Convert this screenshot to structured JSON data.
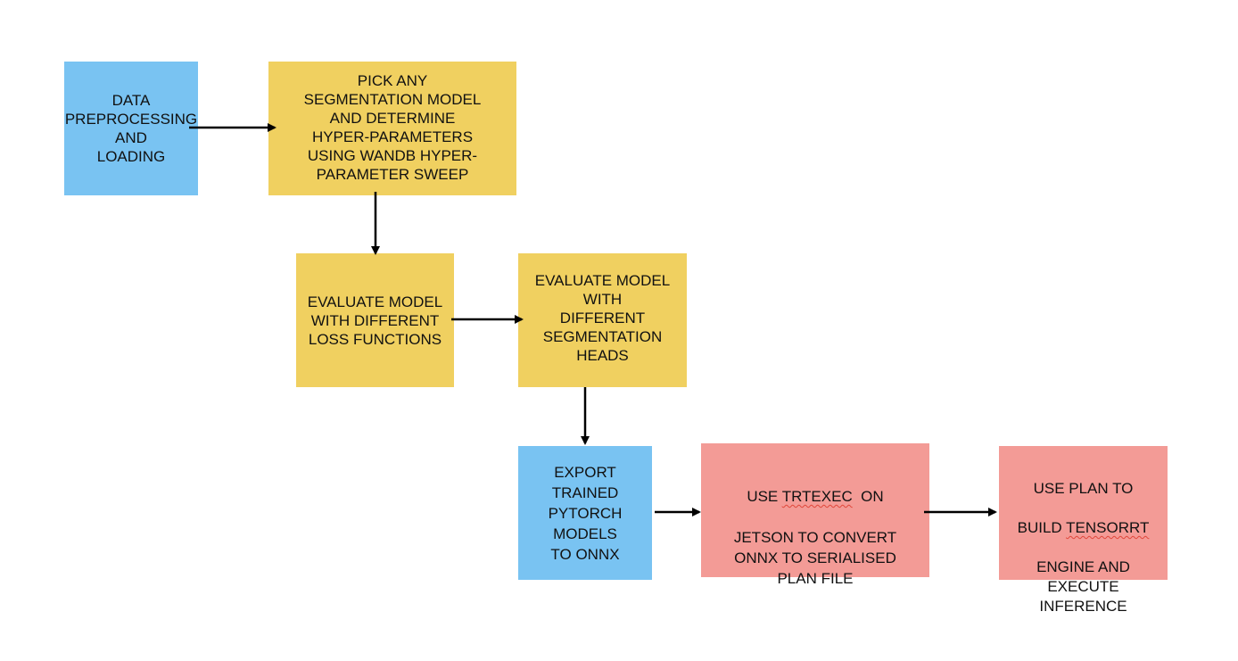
{
  "colors": {
    "blue": "#79c3f2",
    "yellow": "#f0d060",
    "red": "#f39b96",
    "arrow": "#000000"
  },
  "nodes": {
    "data_preprocessing": {
      "text": "DATA\nPREPROCESSING\nAND\nLOADING"
    },
    "pick_model": {
      "text": "PICK ANY\nSEGMENTATION MODEL\nAND DETERMINE\nHYPER-PARAMETERS\nUSING WANDB HYPER-\nPARAMETER SWEEP"
    },
    "evaluate_loss": {
      "text": "EVALUATE MODEL\nWITH DIFFERENT\nLOSS FUNCTIONS"
    },
    "evaluate_heads": {
      "text": "EVALUATE MODEL\nWITH\nDIFFERENT\nSEGMENTATION\nHEADS"
    },
    "export_onnx": {
      "text": "EXPORT\nTRAINED\nPYTORCH\nMODELS\nTO ONNX"
    },
    "trtexec": {
      "line1_prefix": "USE ",
      "line1_word": "TRTEXEC",
      "line1_suffix": "  ON",
      "rest": "JETSON TO CONVERT\nONNX TO SERIALISED\nPLAN FILE"
    },
    "build_engine": {
      "line1": "USE PLAN TO",
      "line2_prefix": "BUILD ",
      "line2_word": "TENSORRT",
      "rest": "ENGINE AND\nEXECUTE\nINFERENCE"
    }
  }
}
